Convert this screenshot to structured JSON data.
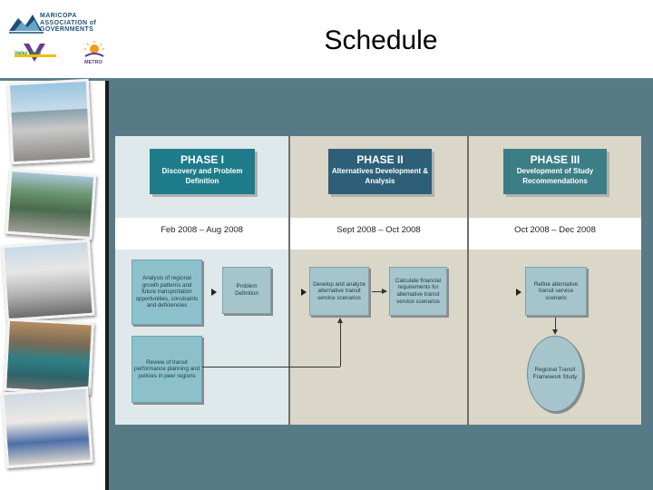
{
  "header": {
    "title": "Schedule",
    "logos": {
      "maricopa_text_line1": "MARICOPA",
      "maricopa_text_line2": "ASSOCIATION of",
      "maricopa_text_line3": "GOVERNMENTS",
      "valley_metro_text": "Valley Metro",
      "metro_text": "METRO"
    }
  },
  "phases": [
    {
      "title": "PHASE I",
      "subtitle": "Discovery and Problem Definition",
      "dates": "Feb 2008 – Aug 2008"
    },
    {
      "title": "PHASE II",
      "subtitle": "Alternatives Development & Analysis",
      "dates": "Sept 2008 – Oct 2008"
    },
    {
      "title": "PHASE III",
      "subtitle": "Development of Study Recommendations",
      "dates": "Oct 2008 – Dec 2008"
    }
  ],
  "steps": {
    "analysis": "Analysis of regional growth patterns and future transportation opportunities, constraints and deficiencies",
    "review": "Review of transit performance planning and policies in peer regions",
    "problem_definition": "Problem Definition",
    "develop_alternatives": "Develop and analyze alternative transit service scenarios",
    "financial_requirements": "Calculate financial requirements for alternative transit service scenarios",
    "refine": "Refine alternative transit service scenario",
    "framework": "Regional Transit Framework Study"
  },
  "colors": {
    "panel": "#567a86",
    "phase1": "#1e7c8a",
    "phase2": "#2d5f78",
    "phase3": "#3c7e86",
    "band": "#dad6c8"
  }
}
